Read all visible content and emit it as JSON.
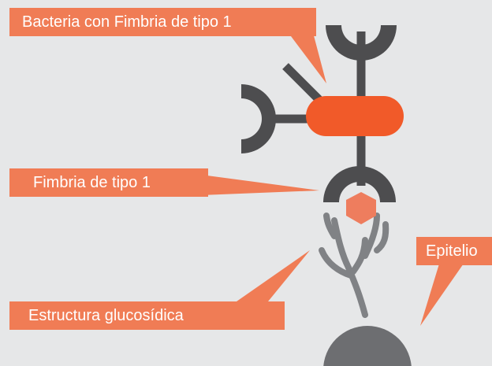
{
  "labels": {
    "bacteria": "Bacteria con Fimbria de tipo 1",
    "fimbria": "Fimbria de tipo 1",
    "glucosidica": "Estructura glucosídica",
    "epitelio": "Epitelio"
  },
  "colors": {
    "background": "#e6e7e8",
    "callout": "#f07c55",
    "bacterium_body": "#f15a29",
    "adhesin": "#ee7d5e",
    "dark_gray": "#4d4d4f",
    "stalk_gray": "#808285",
    "cell_gray": "#6d6e71"
  }
}
